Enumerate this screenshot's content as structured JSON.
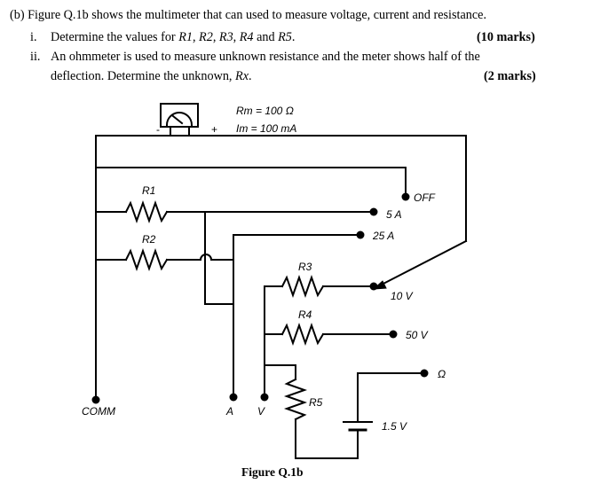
{
  "question": {
    "intro": "(b) Figure Q.1b shows the multimeter that can used to measure voltage, current and resistance.",
    "part_i": {
      "num": "i.",
      "text_prefix": "Determine the values for ",
      "r1": "R1",
      "r2": "R2",
      "r3": "R3",
      "r4": "R4",
      "r5": "R5",
      "sep_comma": ", ",
      "sep_and": " and ",
      "end": ".",
      "marks": "(10 marks)"
    },
    "part_ii": {
      "num": "ii.",
      "line1": "An ohmmeter is used to measure unknown resistance and the meter shows half of the",
      "line2_prefix": "deflection. Determine the unknown, ",
      "rx": "Rx",
      "line2_end": ".",
      "marks": "(2 marks)"
    }
  },
  "circuit": {
    "meter_resistance": "Rm = 100 Ω",
    "meter_current": "Im = 100 mA",
    "meter_minus": "-",
    "meter_plus": "+",
    "resistors": [
      "R1",
      "R2",
      "R3",
      "R4",
      "R5"
    ],
    "positions": {
      "off": "OFF",
      "amp_5": "5 A",
      "amp_25": "25 A",
      "volt_10": "10 V",
      "volt_50": "50 V",
      "ohm": "Ω"
    },
    "terminals": {
      "comm": "COMM",
      "a": "A",
      "v": "V"
    },
    "battery": "1.5 V"
  },
  "figure_caption": "Figure Q.1b"
}
